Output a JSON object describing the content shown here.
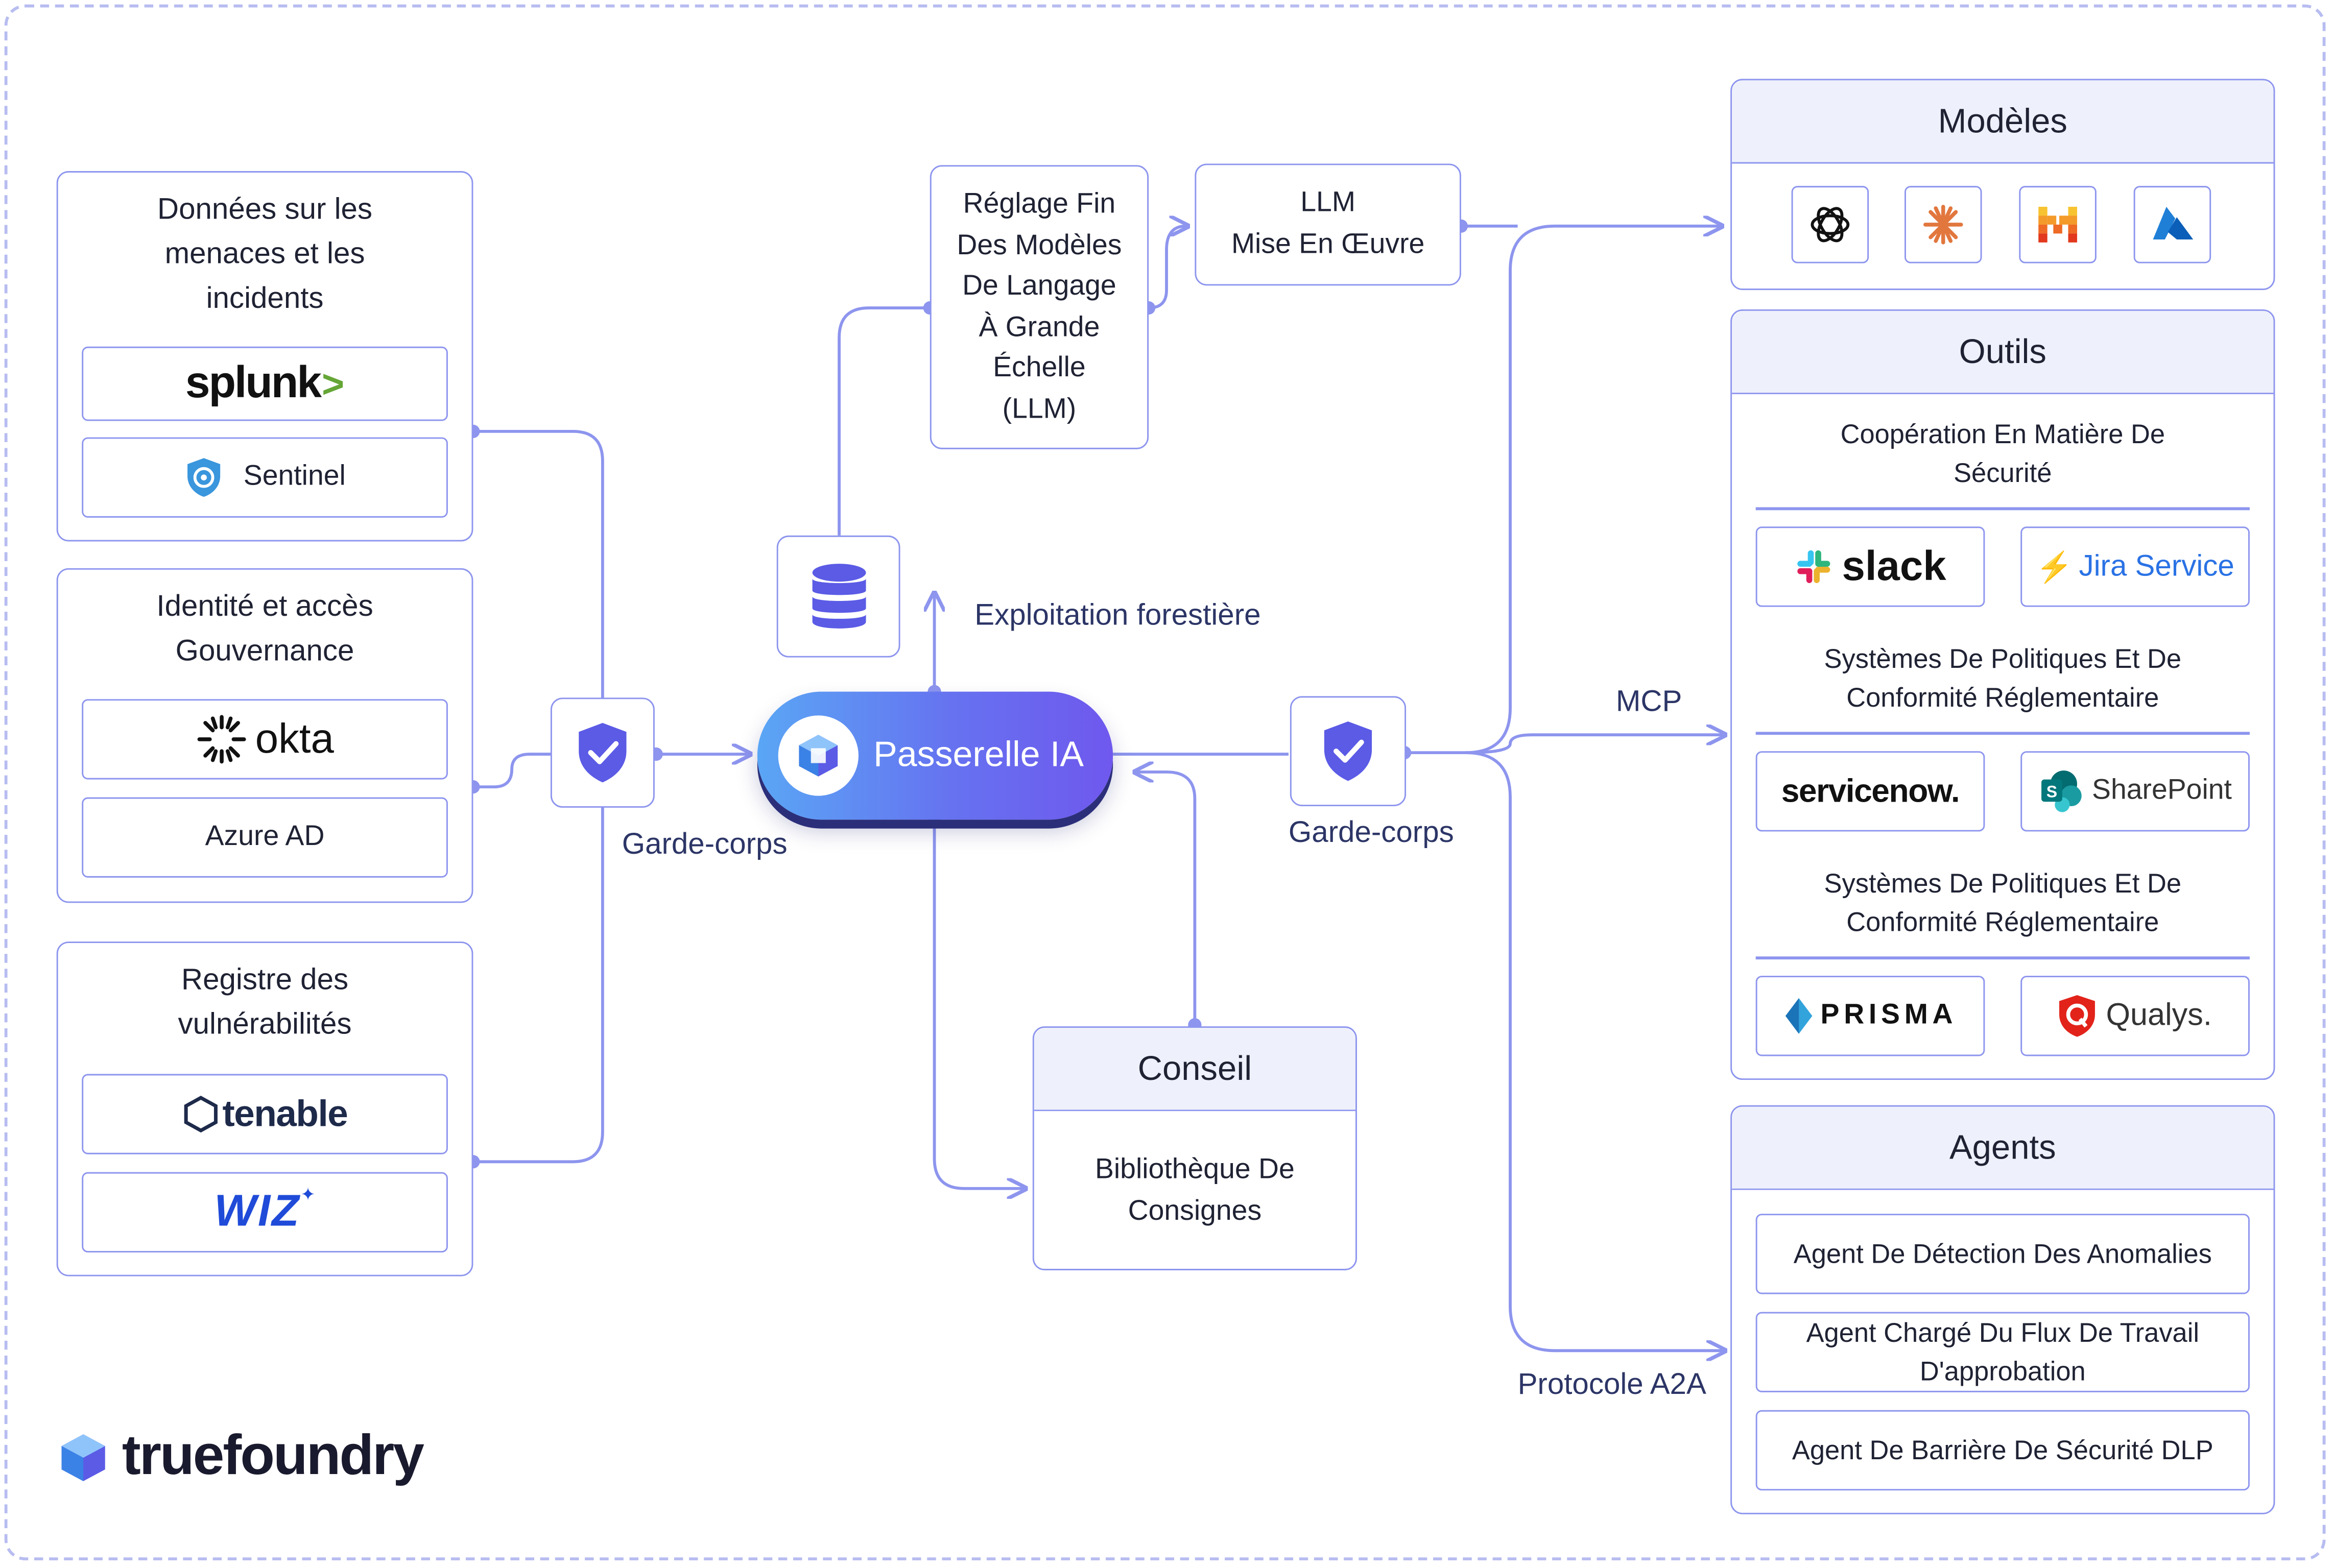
{
  "left_groups": {
    "threat": {
      "title": "Données sur les menaces et les incidents",
      "tiles": [
        "splunk",
        "Sentinel"
      ]
    },
    "identity": {
      "title": "Identité et accès Gouvernance",
      "tiles": [
        "okta",
        "Azure AD"
      ]
    },
    "vuln": {
      "title": "Registre des vulnérabilités",
      "tiles": [
        "tenable",
        "WIZ"
      ]
    }
  },
  "finetune": {
    "lines": [
      "Réglage Fin",
      "Des Modèles",
      "De Langage",
      "À Grande",
      "Échelle",
      "(LLM)"
    ]
  },
  "llm": {
    "lines": [
      "LLM",
      "Mise En Œuvre"
    ]
  },
  "gateway": {
    "label": "Passerelle IA"
  },
  "labels": {
    "logging": "Exploitation forestière",
    "guardrails_left": "Garde-corps",
    "guardrails_right": "Garde-corps",
    "mcp": "MCP",
    "a2a": "Protocole A2A"
  },
  "conseil": {
    "title": "Conseil",
    "body": "Bibliothèque De Consignes"
  },
  "models": {
    "title": "Modèles",
    "icons": [
      "openai-icon",
      "anthropic-icon",
      "mistral-icon",
      "azure-icon"
    ]
  },
  "tools": {
    "title": "Outils",
    "sections": [
      {
        "title": "Coopération En Matière De Sécurité",
        "tiles": [
          "slack",
          "Jira Service"
        ]
      },
      {
        "title": "Systèmes De Politiques Et De Conformité Réglementaire",
        "tiles": [
          "servicenow.",
          "SharePoint"
        ]
      },
      {
        "title": "Systèmes De Politiques Et De Conformité Réglementaire",
        "tiles": [
          "PRISMA",
          "Qualys."
        ]
      }
    ]
  },
  "agents": {
    "title": "Agents",
    "items": [
      "Agent De Détection Des Anomalies",
      "Agent Chargé Du Flux De Travail D'approbation",
      "Agent De Barrière De Sécurité DLP"
    ]
  },
  "brand": {
    "name": "truefoundry"
  },
  "colors": {
    "line": "#8d95ee",
    "gateway_start": "#5aa6f5",
    "gateway_end": "#6f58ee",
    "shield": "#5b5be6"
  }
}
